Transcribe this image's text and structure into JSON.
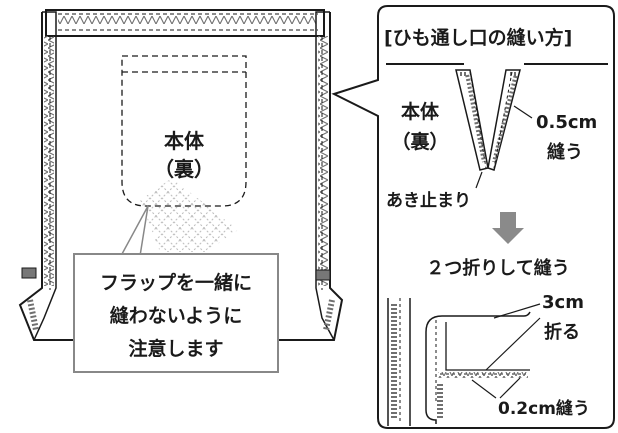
{
  "main": {
    "body_label_line1": "本体",
    "body_label_line2": "（裏）",
    "flap_note_lines": [
      "フラップを一緒に",
      "縫わないように",
      "注意します"
    ]
  },
  "callout": {
    "title": "[ひも通し口の縫い方]",
    "body_label_line1": "本体",
    "body_label_line2": "（裏）",
    "seam_width": "0.5cm",
    "seam_action": "縫う",
    "stop_point": "あき止まり",
    "step2_caption": "２つ折りして縫う",
    "fold_width": "3cm",
    "fold_action": "折る",
    "stitch_width_label": "0.2cm縫う"
  },
  "colors": {
    "line": "#1a1a1a",
    "zigzag": "#707070",
    "arrow": "#8a8a8a",
    "flap_hatch": "#bdbdbd"
  }
}
